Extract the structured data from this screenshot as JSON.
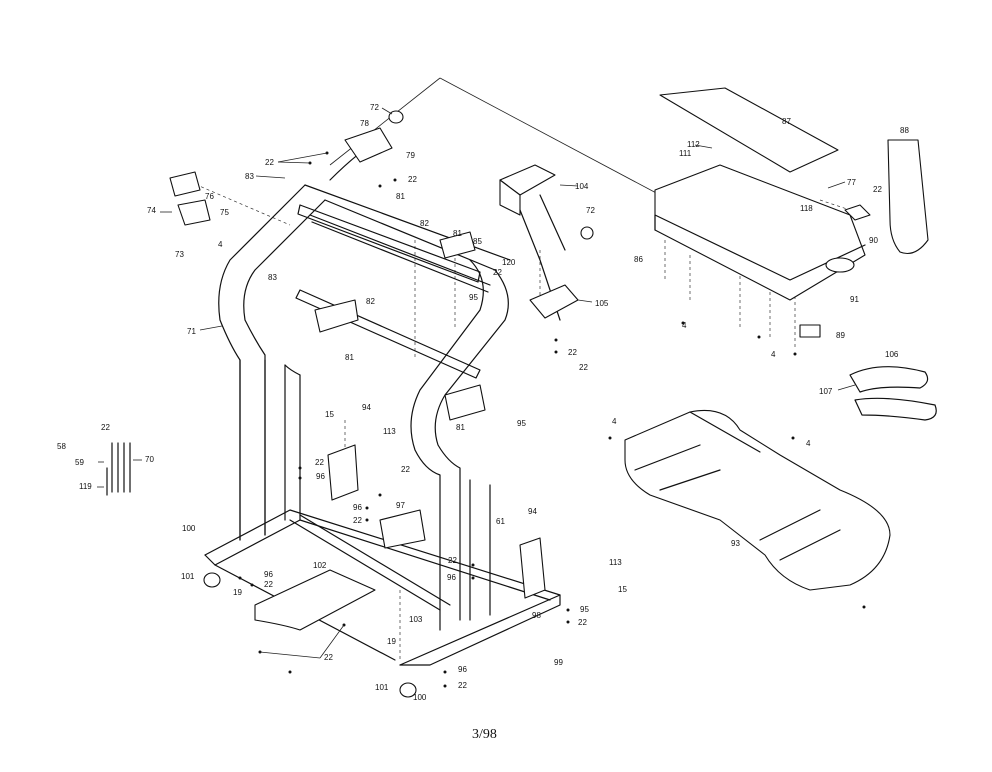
{
  "footer": {
    "page": "3/98"
  },
  "labels": {
    "l72a": "72",
    "l78": "78",
    "l79": "79",
    "l22a": "22",
    "l83a": "83",
    "l22b": "22",
    "l81a": "81",
    "l76": "76",
    "l74": "74",
    "l75": "75",
    "l73": "73",
    "l4a": "4",
    "l82a": "82",
    "l81b": "81",
    "l85": "85",
    "l22c": "22",
    "l120": "120",
    "l95a": "95",
    "l104": "104",
    "l72b": "72",
    "l83b": "83",
    "l82b": "82",
    "l81c": "81",
    "l71": "71",
    "l105": "105",
    "l22d": "22",
    "l22e": "22",
    "l81d": "81",
    "l95b": "95",
    "l87": "87",
    "l112": "112",
    "l111": "111",
    "l77": "77",
    "l22f": "22",
    "l118": "118",
    "l90": "90",
    "l86": "86",
    "l4b": "4",
    "l4c": "4",
    "l89": "89",
    "l91": "91",
    "l88": "88",
    "l106": "106",
    "l107": "107",
    "l4d": "4",
    "l4e": "4",
    "l93": "93",
    "l15a": "15",
    "l94a": "94",
    "l113a": "113",
    "l22g": "22",
    "l96a": "96",
    "l22h": "22",
    "l96b": "96",
    "l22i": "22",
    "l97": "97",
    "l61": "61",
    "l94b": "94",
    "l22j": "22",
    "l96c": "96",
    "l113b": "113",
    "l15b": "15",
    "l58": "58",
    "l22k": "22",
    "l59": "59",
    "l70": "70",
    "l119": "119",
    "l100a": "100",
    "l101a": "101",
    "l19a": "19",
    "l96d": "96",
    "l22l": "22",
    "l102": "102",
    "l103": "103",
    "l22m": "22",
    "l19b": "19",
    "l101b": "101",
    "l100b": "100",
    "l96e": "96",
    "l22n": "22",
    "l98": "98",
    "l95c": "95",
    "l22o": "22",
    "l99": "99"
  }
}
